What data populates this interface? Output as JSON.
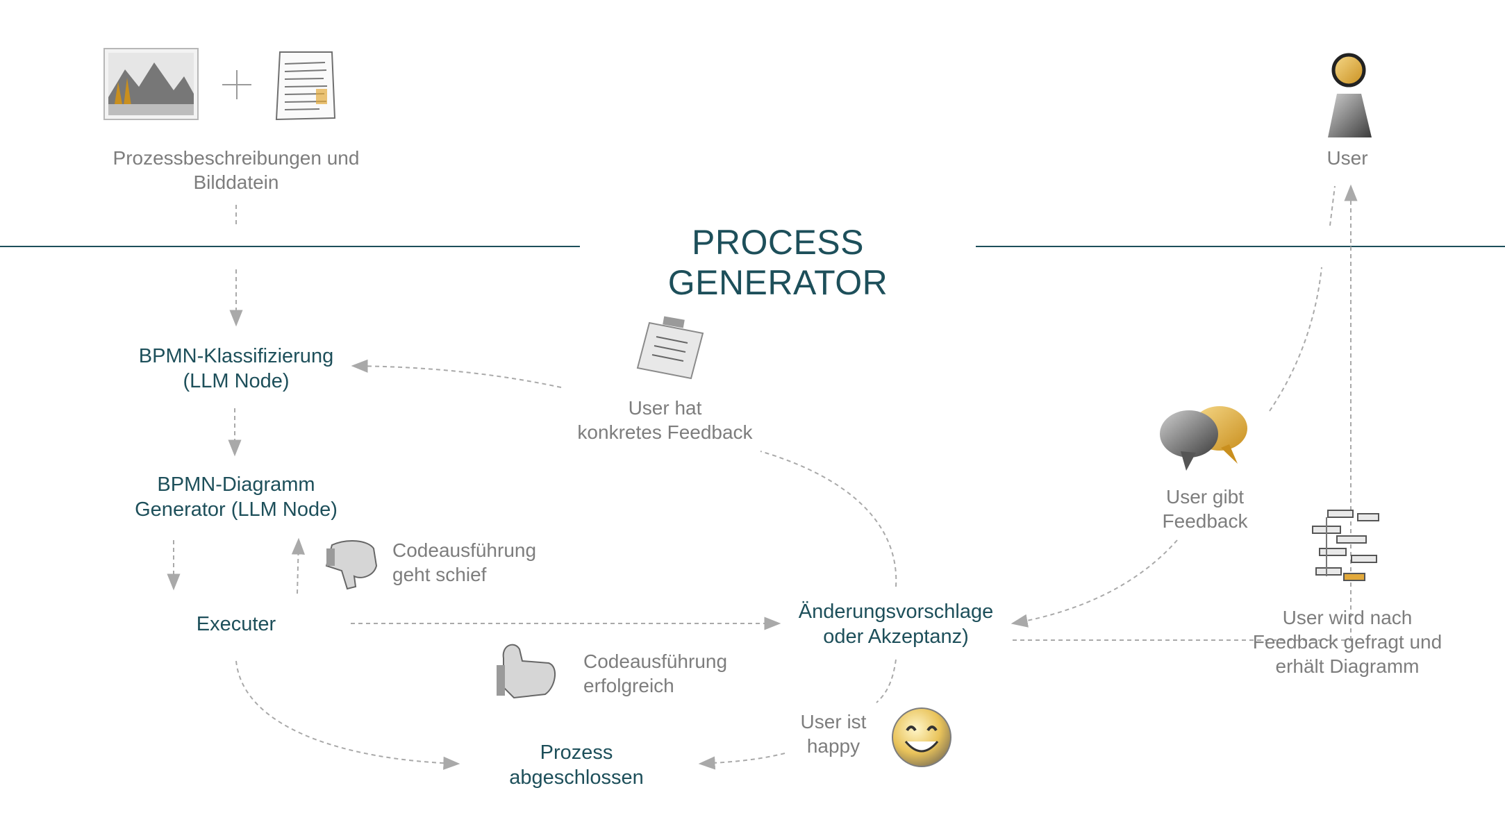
{
  "title": "PROCESS GENERATOR",
  "colors": {
    "accent": "#1d4f5a",
    "note": "#7d7d7d",
    "arrow": "#a9a9a9",
    "highlight": "#e2a93b"
  },
  "icons": {
    "input_image": "landscape-image-icon",
    "input_document": "document-icon",
    "user": "person-icon",
    "clipboard": "clipboard-checklist-icon",
    "speech_bubbles": "speech-bubbles-icon",
    "thumbs_down": "thumbs-down-icon",
    "thumbs_up": "thumbs-up-icon",
    "smiley": "smiley-icon",
    "diagram": "process-diagram-icon"
  },
  "inputs": {
    "label": [
      "Prozessbeschreibungen und",
      "Bilddatein"
    ]
  },
  "user": {
    "label": [
      "User"
    ]
  },
  "nodes": {
    "classify": [
      "BPMN-Klassifizierung",
      "(LLM Node)"
    ],
    "generator": [
      "BPMN-Diagramm",
      "Generator (LLM Node)"
    ],
    "executer": [
      "Executer"
    ],
    "changes": [
      "Änderungsvorschlage",
      "oder Akzeptanz)"
    ],
    "done": [
      "Prozess",
      "abgeschlossen"
    ]
  },
  "notes": {
    "concrete_feedback": [
      "User hat",
      "konkretes Feedback"
    ],
    "code_fail": [
      "Codeausführung",
      "geht schief"
    ],
    "code_success": [
      "Codeausführung",
      "erfolgreich"
    ],
    "user_happy": [
      "User ist",
      "happy"
    ],
    "user_gives_feedback": [
      "User gibt",
      "Feedback"
    ],
    "user_asked": [
      "User wird nach",
      "Feedback gefragt und",
      "erhält Diagramm"
    ]
  }
}
